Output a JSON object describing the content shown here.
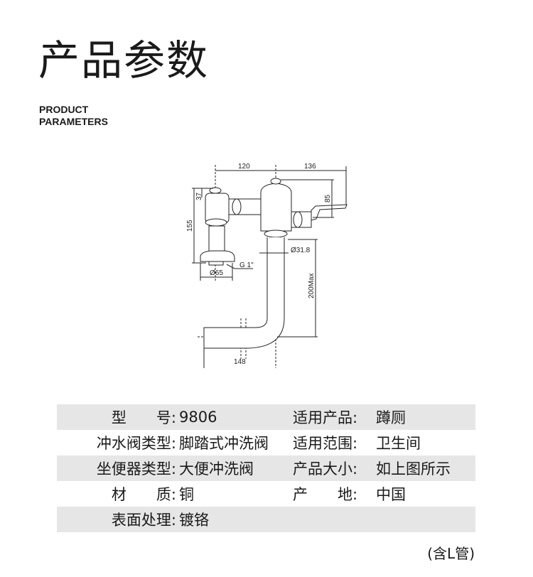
{
  "header": {
    "title": "产品参数",
    "subtitle_line1": "PRODUCT",
    "subtitle_line2": "PARAMETERS"
  },
  "diagram": {
    "dims": {
      "d120": "120",
      "d136": "136",
      "d37": "37",
      "d155": "155",
      "d85": "85",
      "d318": "Ø31.8",
      "d65": "Ø65",
      "g1": "G 1\"",
      "d200": "200Max",
      "d148": "148"
    }
  },
  "specs": {
    "rows": [
      {
        "label1": "型　　号:",
        "value1": "9806",
        "label2": "适用产品:",
        "value2": "蹲厕"
      },
      {
        "label1": "冲水阀类型:",
        "value1": "脚踏式冲洗阀",
        "label2": "适用范围:",
        "value2": "卫生间"
      },
      {
        "label1": "坐便器类型:",
        "value1": "大便冲洗阀",
        "label2": "产品大小:",
        "value2": "如上图所示"
      },
      {
        "label1": "材　　质:",
        "value1": "铜",
        "label2": "产　　地:",
        "value2": "中国"
      },
      {
        "label1": "表面处理:",
        "value1": "镀铬",
        "label2": "",
        "value2": ""
      }
    ]
  },
  "note": "(含L管)"
}
